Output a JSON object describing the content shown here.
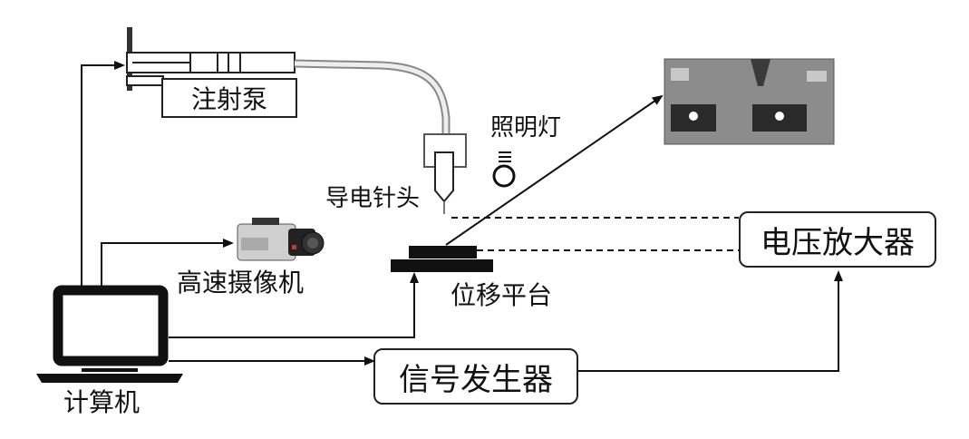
{
  "labels": {
    "syringe_pump": "注射泵",
    "light": "照明灯",
    "needle": "导电针头",
    "camera": "高速摄像机",
    "stage": "位移平台",
    "computer": "计算机",
    "amplifier": "电压放大器",
    "signal_generator": "信号发生器"
  },
  "icons": [
    "syringe-icon",
    "bulb-icon",
    "camera-icon",
    "laptop-icon",
    "needle-icon"
  ],
  "colors": {
    "line": "#111111",
    "background": "#ffffff"
  }
}
